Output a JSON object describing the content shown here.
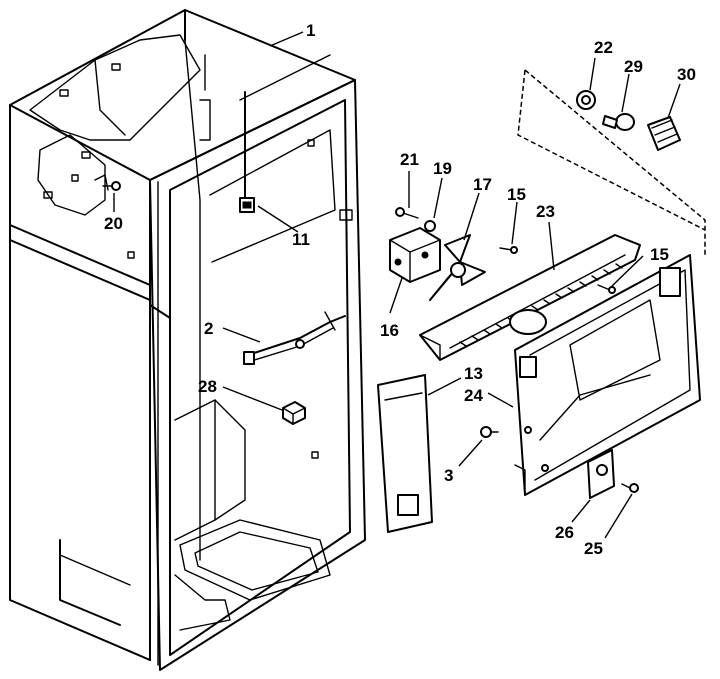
{
  "figure": {
    "callouts": [
      {
        "id": "c1",
        "label": "1"
      },
      {
        "id": "c20",
        "label": "20"
      },
      {
        "id": "c11",
        "label": "11"
      },
      {
        "id": "c2",
        "label": "2"
      },
      {
        "id": "c28",
        "label": "28"
      },
      {
        "id": "c21",
        "label": "21"
      },
      {
        "id": "c19",
        "label": "19"
      },
      {
        "id": "c17",
        "label": "17"
      },
      {
        "id": "c15a",
        "label": "15"
      },
      {
        "id": "c23",
        "label": "23"
      },
      {
        "id": "c15b",
        "label": "15"
      },
      {
        "id": "c16",
        "label": "16"
      },
      {
        "id": "c22",
        "label": "22"
      },
      {
        "id": "c29",
        "label": "29"
      },
      {
        "id": "c30",
        "label": "30"
      },
      {
        "id": "c13",
        "label": "13"
      },
      {
        "id": "c24",
        "label": "24"
      },
      {
        "id": "c3",
        "label": "3"
      },
      {
        "id": "c26",
        "label": "26"
      },
      {
        "id": "c25",
        "label": "25"
      }
    ]
  }
}
